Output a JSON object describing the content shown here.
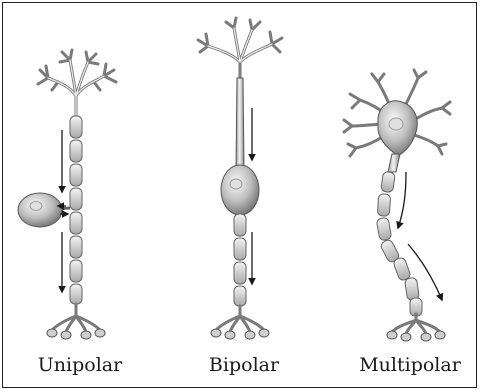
{
  "labels": {
    "unipolar": "Unipolar",
    "bipolar": "Bipolar",
    "multipolar": "Multipolar"
  },
  "colors": {
    "cell_fill": "#c8c8c8",
    "cell_stroke": "#555555",
    "arrow": "#1a1a1a",
    "border": "#222222"
  }
}
